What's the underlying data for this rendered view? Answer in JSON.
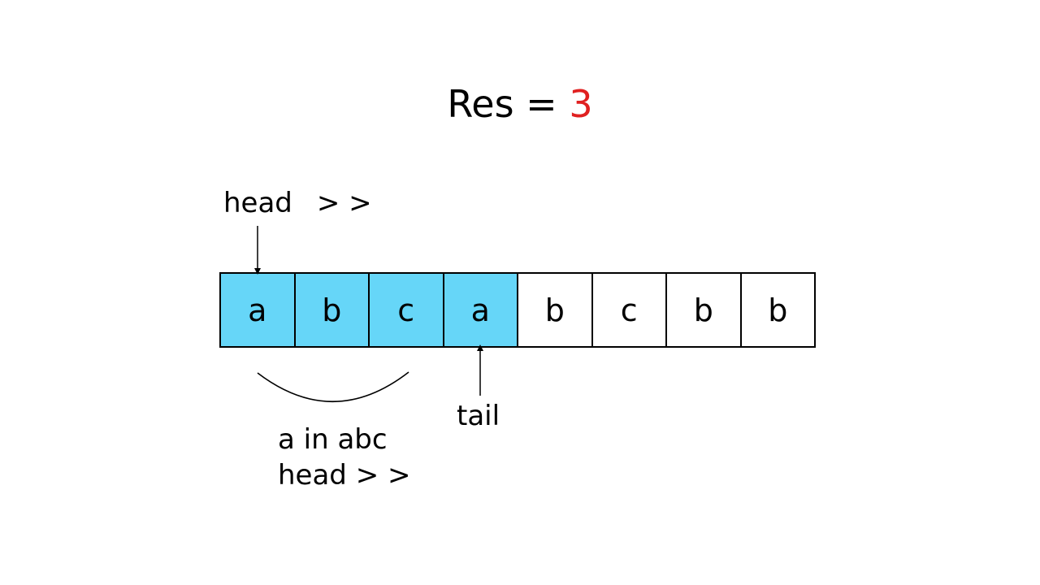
{
  "title": {
    "prefix": "Res = ",
    "value": "3"
  },
  "colors": {
    "highlight": "#66d6f8",
    "result": "#e02020"
  },
  "head": {
    "label": "head",
    "arrows": "> >"
  },
  "array": {
    "cells": [
      {
        "char": "a",
        "highlighted": true
      },
      {
        "char": "b",
        "highlighted": true
      },
      {
        "char": "c",
        "highlighted": true
      },
      {
        "char": "a",
        "highlighted": true
      },
      {
        "char": "b",
        "highlighted": false
      },
      {
        "char": "c",
        "highlighted": false
      },
      {
        "char": "b",
        "highlighted": false
      },
      {
        "char": "b",
        "highlighted": false
      }
    ]
  },
  "tail": {
    "label": "tail"
  },
  "note": {
    "line1": "a in abc",
    "line2": "head > >"
  }
}
